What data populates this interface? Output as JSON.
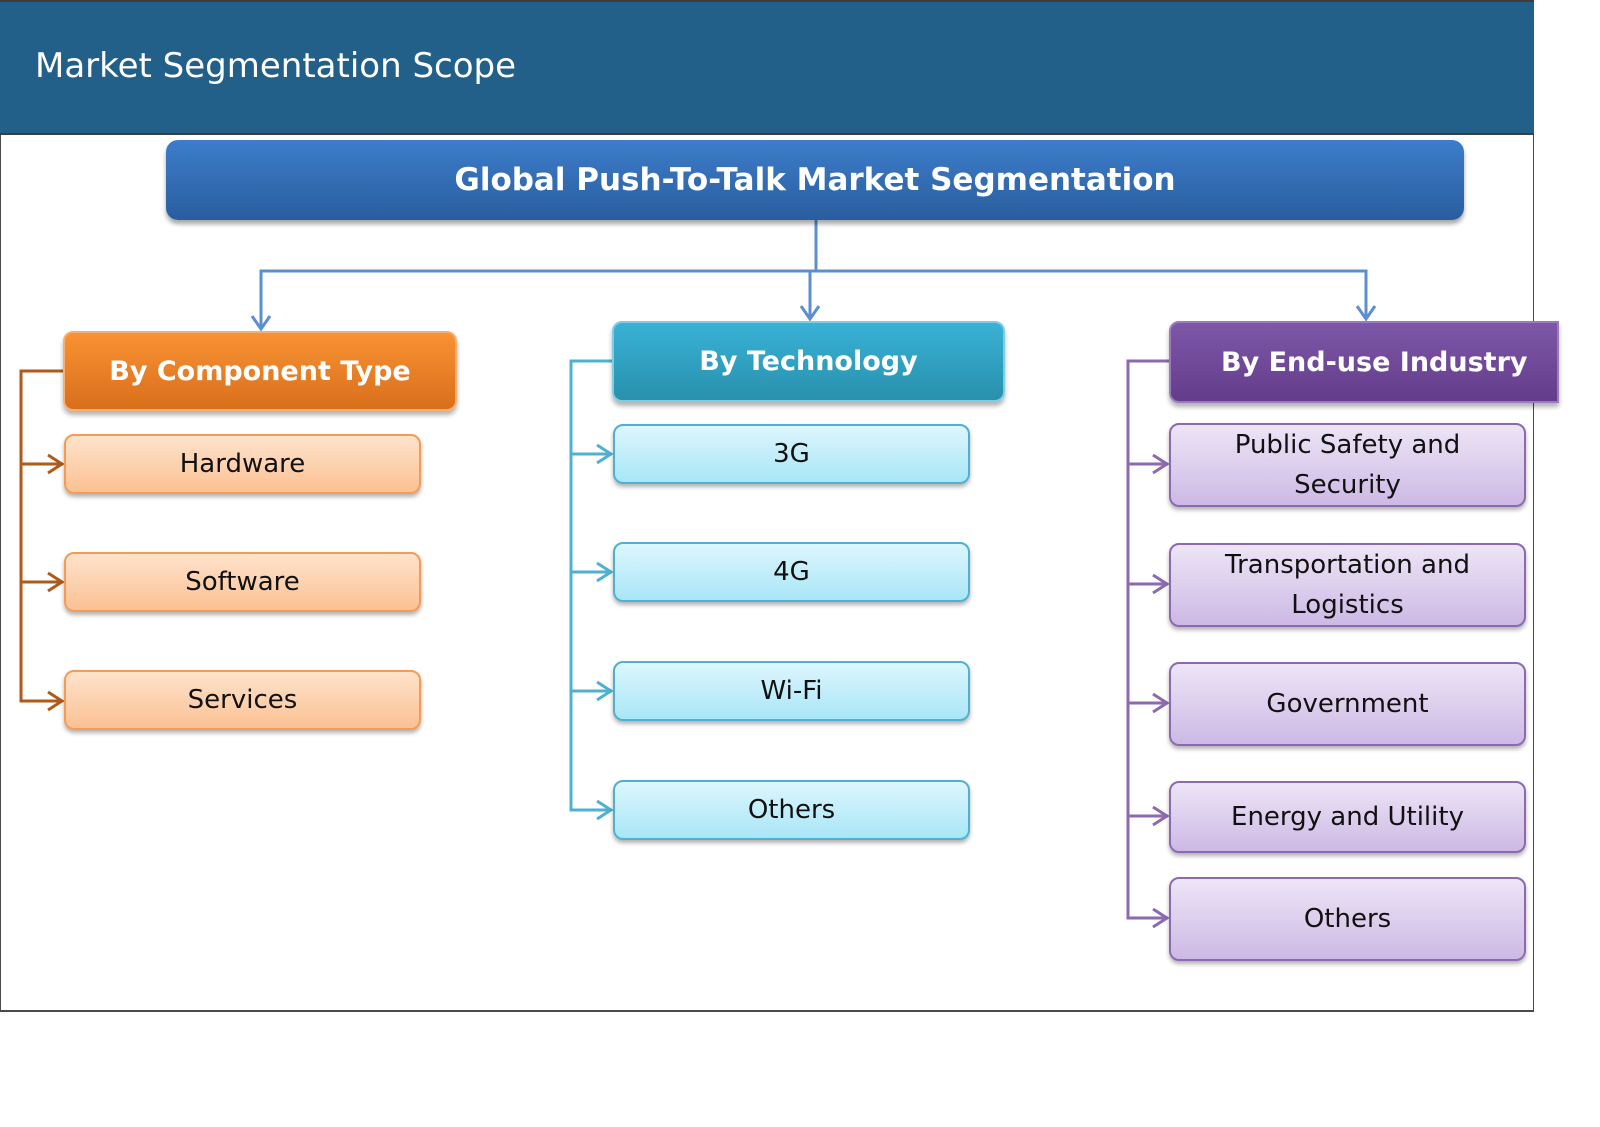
{
  "header": {
    "title": "Market Segmentation Scope"
  },
  "root": {
    "label": "Global Push-To-Talk Market Segmentation",
    "color": "#3570b8"
  },
  "categories": [
    {
      "label": "By Component Type",
      "color": "#f28a2c",
      "connector_color": "#b05a1a",
      "items": [
        "Hardware",
        "Software",
        "Services"
      ]
    },
    {
      "label": "By Technology",
      "color": "#33a6c9",
      "connector_color": "#4fb1cf",
      "items": [
        "3G",
        "4G",
        "Wi-Fi",
        "Others"
      ]
    },
    {
      "label": "By End-use Industry",
      "color": "#7350a0",
      "connector_color": "#8b6ab0",
      "items": [
        "Public Safety and Security",
        "Transportation and Logistics",
        "Government",
        "Energy and Utility",
        "Others"
      ]
    }
  ]
}
